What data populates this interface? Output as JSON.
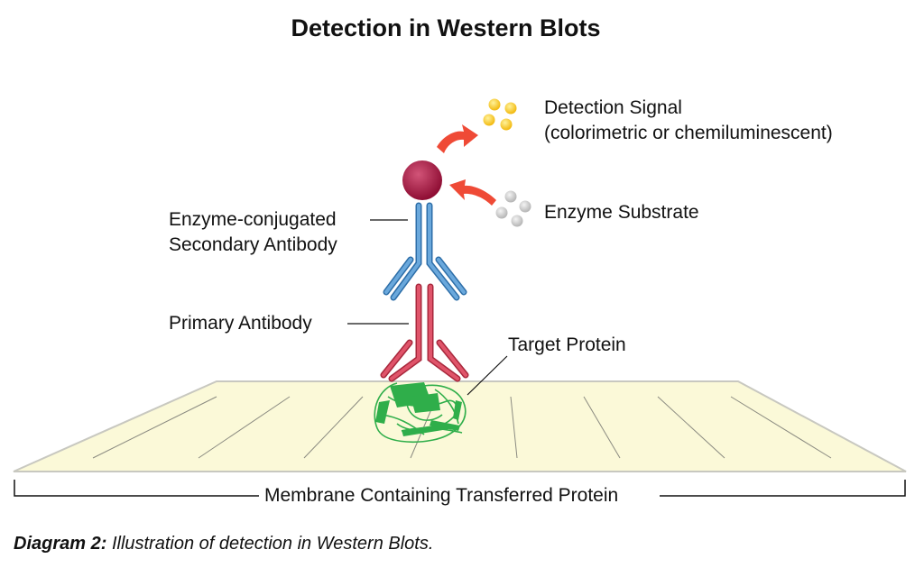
{
  "title": "Detection in Western Blots",
  "labels": {
    "detection_signal_line1": "Detection Signal",
    "detection_signal_line2": "(colorimetric or chemiluminescent)",
    "enzyme_substrate": "Enzyme Substrate",
    "secondary_antibody_line1": "Enzyme-conjugated",
    "secondary_antibody_line2": "Secondary Antibody",
    "primary_antibody": "Primary Antibody",
    "target_protein": "Target Protein",
    "membrane": "Membrane Containing Transferred Protein"
  },
  "caption": {
    "prefix": "Diagram 2:",
    "text": "Illustration of detection in Western Blots."
  },
  "colors": {
    "secondary_antibody": "#4a8cc8",
    "primary_antibody": "#d0344a",
    "enzyme": "#a0113a",
    "signal": "#f5c518",
    "substrate": "#c8c8c8",
    "arrow": "#ef4a36",
    "protein": "#2fae4a",
    "membrane": "#fbf9d8"
  }
}
